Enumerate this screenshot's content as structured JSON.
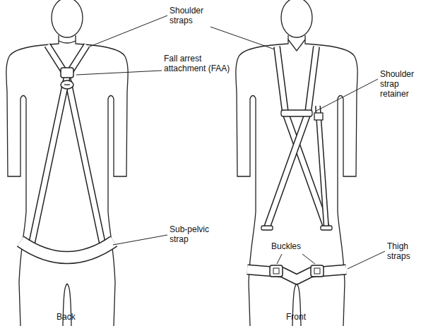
{
  "diagram": {
    "labels": [
      "Shoulder straps",
      "Fall arrest attachment (FAA)",
      "Sub-pelvic strap",
      "Back",
      "Shoulder strap retainer",
      "Buckles",
      "Thigh straps",
      "Front"
    ]
  }
}
